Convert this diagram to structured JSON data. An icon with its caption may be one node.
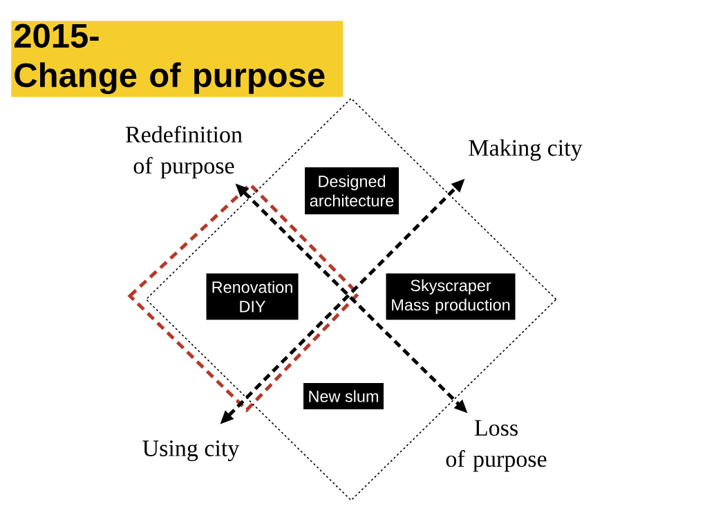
{
  "diagram": {
    "title": "2015- Change of purpose",
    "nodes": [
      {
        "text": [],
        "shape": "diamond"
      },
      {
        "text": [
          "Redefinition of purpose"
        ]
      },
      {
        "text": [
          "Making city"
        ]
      },
      {
        "text": [
          "Designed architecture"
        ],
        "in": 0
      },
      {
        "text": [
          "Renovation DIY"
        ],
        "in": 0
      },
      {
        "text": [
          "Skyscraper Mass production"
        ],
        "in": 0
      },
      {
        "text": [
          "New slum"
        ],
        "in": 0
      },
      {
        "text": [
          "Using city"
        ]
      },
      {
        "text": [
          "Loss of purpose"
        ]
      }
    ],
    "edges": [
      {
        "from": 1,
        "to": 8,
        "arrow": "both",
        "style": "dashed"
      },
      {
        "from": 7,
        "to": 2,
        "arrow": "both",
        "style": "dashed"
      }
    ]
  }
}
